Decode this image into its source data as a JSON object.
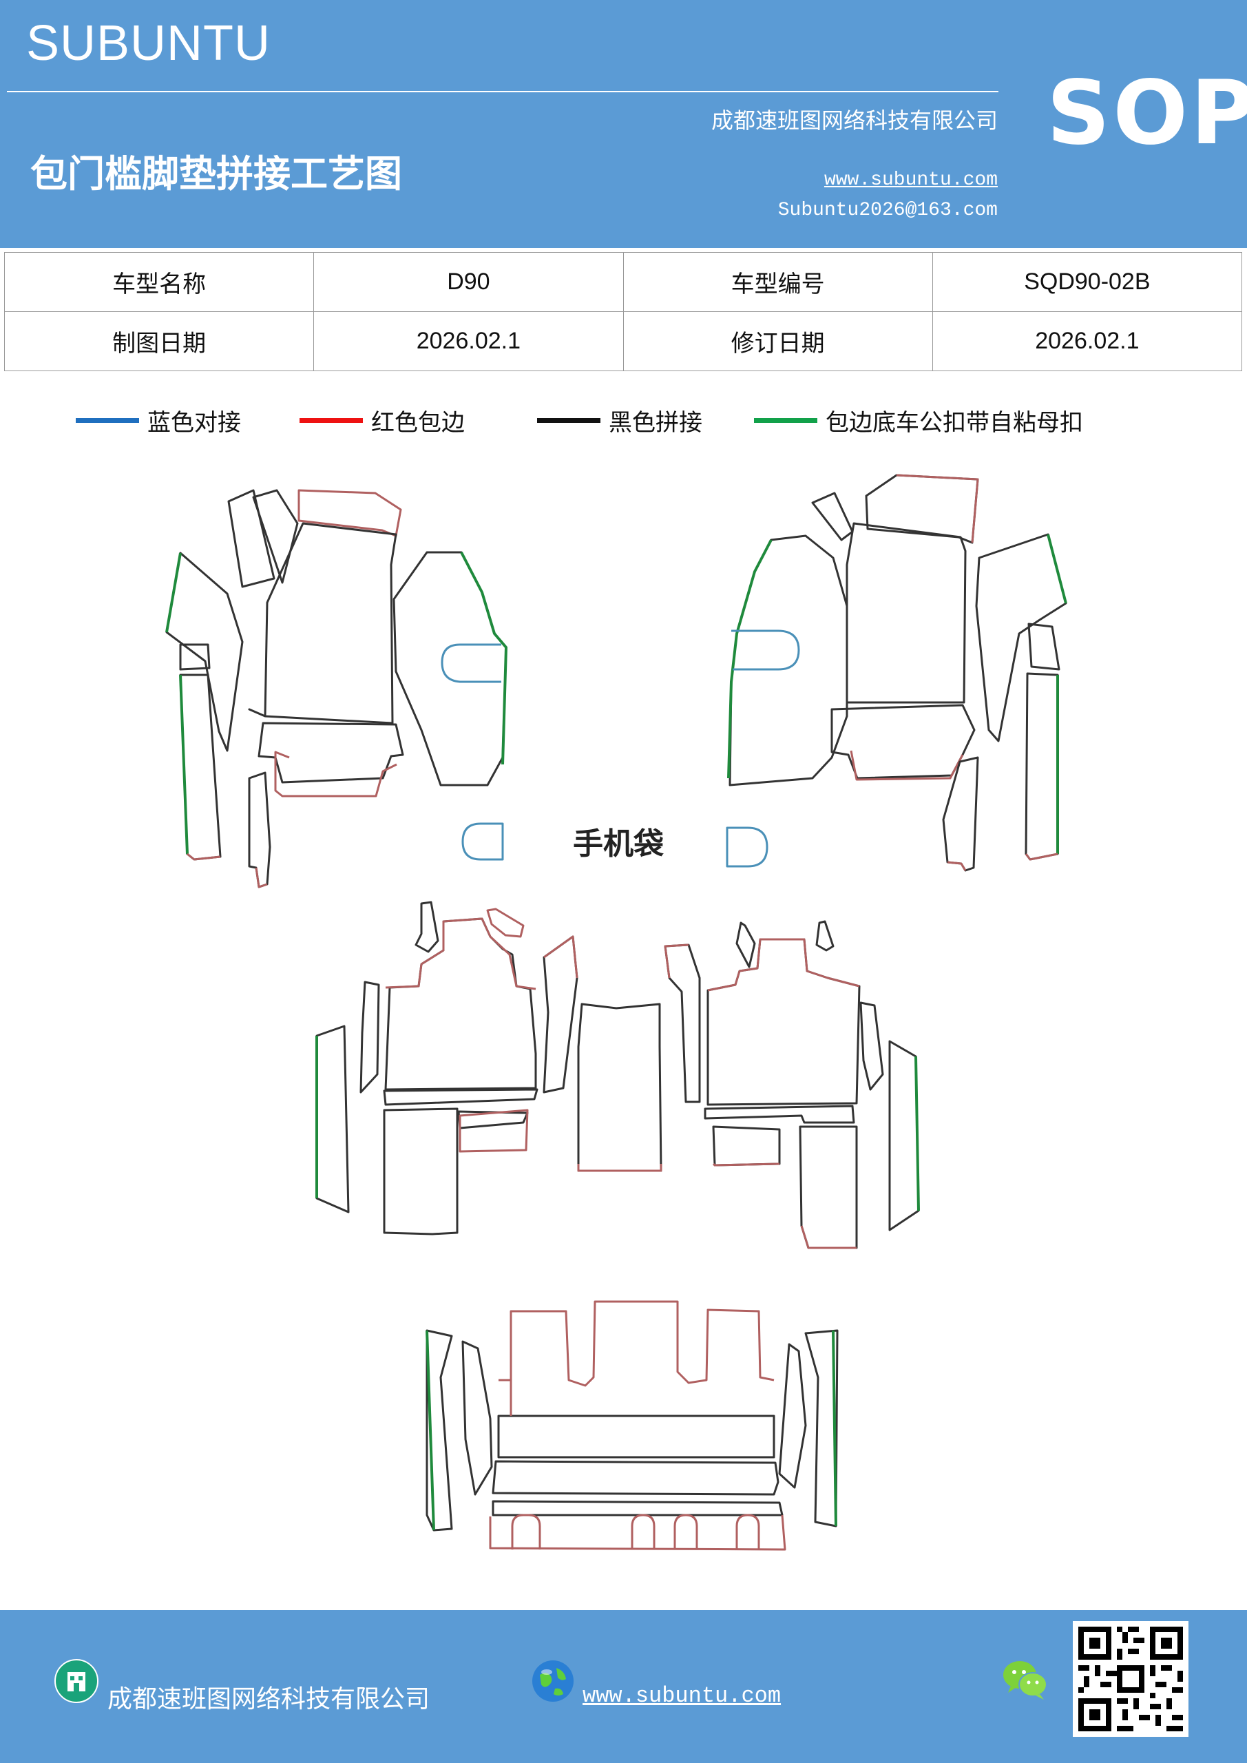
{
  "header": {
    "brand": "SUBUNTU",
    "title": "包门槛脚垫拼接工艺图",
    "company": "成都速班图网络科技有限公司",
    "website": "www.subuntu.com",
    "email": "Subuntu2026@163.com",
    "badge": "SOP"
  },
  "info_table": {
    "rows": [
      [
        "车型名称",
        "D90",
        "车型编号",
        "SQD90-02B"
      ],
      [
        "制图日期",
        "2026.02.1",
        "修订日期",
        "2026.02.1"
      ]
    ]
  },
  "legend": [
    {
      "color": "#1f6fbf",
      "label": "蓝色对接"
    },
    {
      "color": "#ee1111",
      "label": "红色包边"
    },
    {
      "color": "#111111",
      "label": "黑色拼接"
    },
    {
      "color": "#12a14a",
      "label": "包边底车公扣带自粘母扣"
    }
  ],
  "diagram": {
    "center_label": "手机袋",
    "colors": {
      "outline": "#333333",
      "edge": "#b06060",
      "velcro": "#1f8a3c",
      "joint": "#4a90b8"
    }
  },
  "footer": {
    "company": "成都速班图网络科技有限公司",
    "website": "www.subuntu.com"
  }
}
